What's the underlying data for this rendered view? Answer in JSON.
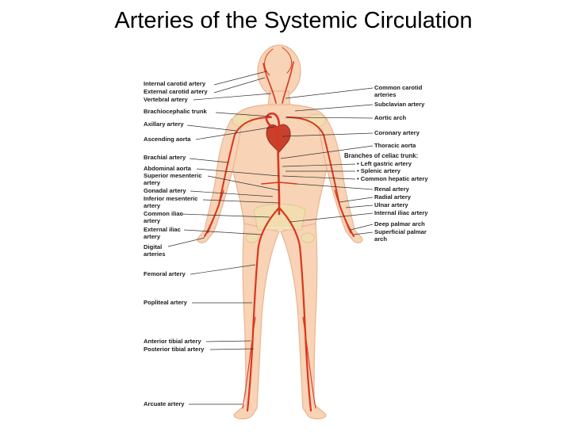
{
  "title": "Arteries of the Systemic Circulation",
  "labels_left": [
    "Internal carotid artery",
    "External carotid artery",
    "Vertebral artery",
    "Brachiocephalic trunk",
    "Axillary artery",
    "Ascending aorta",
    "Brachial artery",
    "Abdominal aorta",
    "Superior mesenteric",
    "artery",
    "Gonadal artery",
    "Inferior mesenteric",
    "artery",
    "Common iliac",
    "artery",
    "External iliac",
    "artery",
    "Digital",
    "arteries",
    "Femoral artery",
    "Popliteal artery",
    "Anterior tibial artery",
    "Posterior tibial artery",
    "Arcuate artery"
  ],
  "labels_right": [
    "Common carotid",
    "arteries",
    "Subclavian artery",
    "Aortic arch",
    "Coronary artery",
    "Thoracic aorta",
    "Branches of celiac trunk:",
    "• Left gastric artery",
    "• Splenic artery",
    "• Common hepatic artery",
    "Renal artery",
    "Radial artery",
    "Ulnar artery",
    "Internal iliac artery",
    "Deep palmar arch",
    "Superficial palmar",
    "arch"
  ],
  "colors": {
    "skin": "#f8d3b5",
    "skin_outline": "#e9b592",
    "artery": "#d9361f",
    "bone": "#f0dfb0",
    "leader": "#333333"
  }
}
